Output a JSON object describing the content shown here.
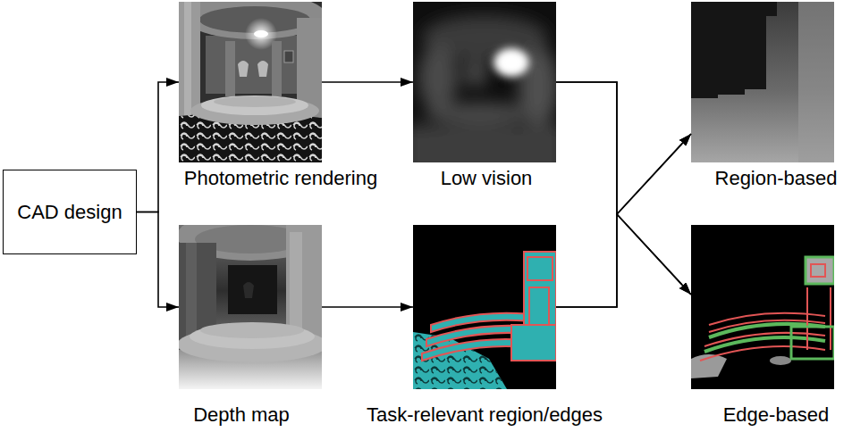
{
  "diagram": {
    "nodes": [
      {
        "text": [
          "CAD design"
        ]
      },
      {
        "text": [
          "Photometric rendering"
        ]
      },
      {
        "text": [
          "Depth map"
        ]
      },
      {
        "text": [
          "Low vision"
        ]
      },
      {
        "text": [
          "Task-relevant region/edges"
        ]
      },
      {
        "text": [
          "Region-based"
        ]
      },
      {
        "text": [
          "Edge-based"
        ]
      }
    ],
    "edges": [
      {
        "from": 0,
        "to": 1,
        "arrow": "to"
      },
      {
        "from": 0,
        "to": 2,
        "arrow": "to"
      },
      {
        "from": 1,
        "to": 3,
        "arrow": "to"
      },
      {
        "from": 2,
        "to": 4,
        "arrow": "to"
      },
      {
        "from": 3,
        "to": 5,
        "arrow": "to"
      },
      {
        "from": 3,
        "to": 6,
        "arrow": "to"
      },
      {
        "from": 4,
        "to": 5,
        "arrow": "to"
      },
      {
        "from": 4,
        "to": 6,
        "arrow": "to"
      }
    ]
  }
}
